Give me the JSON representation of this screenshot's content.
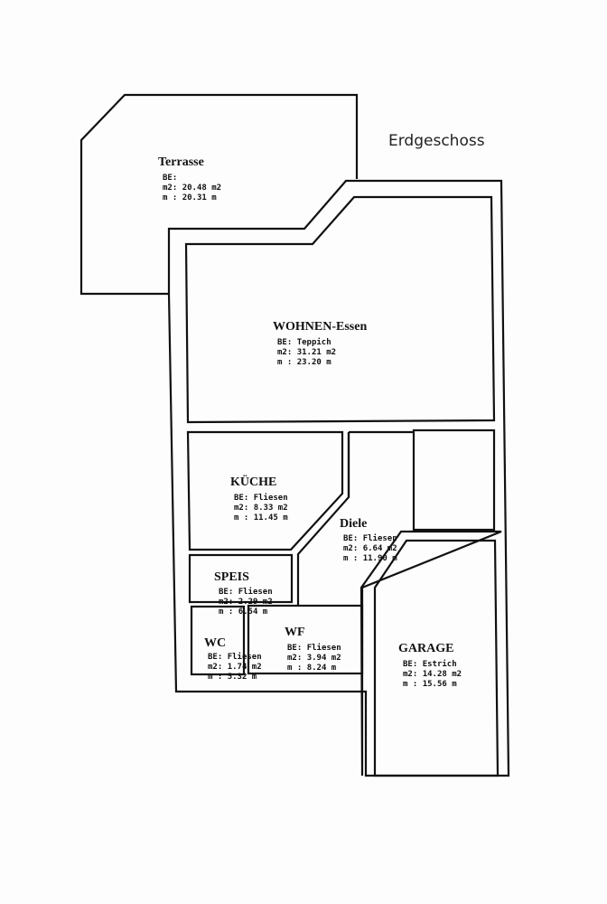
{
  "title": "Erdgeschoss",
  "keys": {
    "floor": "BE:",
    "area": "m2:",
    "perimeter": "m :",
    "area_unit": "m2",
    "len_unit": "m"
  },
  "rooms": [
    {
      "name": "Terrasse",
      "floor": "",
      "area": "20.48",
      "perimeter": "20.31"
    },
    {
      "name": "WOHNEN-Essen",
      "floor": "Teppich",
      "area": "31.21",
      "perimeter": "23.20"
    },
    {
      "name": "KÜCHE",
      "floor": "Fliesen",
      "area": "8.33",
      "perimeter": "11.45"
    },
    {
      "name": "Diele",
      "floor": "Fliesen",
      "area": "6.64",
      "perimeter": "11.90"
    },
    {
      "name": "SPEIS",
      "floor": "Fliesen",
      "area": "2.29",
      "perimeter": "6.54"
    },
    {
      "name": "WC",
      "floor": "Fliesen",
      "area": "1.74",
      "perimeter": "5.32"
    },
    {
      "name": "WF",
      "floor": "Fliesen",
      "area": "3.94",
      "perimeter": "8.24"
    },
    {
      "name": "GARAGE",
      "floor": "Estrich",
      "area": "14.28",
      "perimeter": "15.56"
    }
  ]
}
